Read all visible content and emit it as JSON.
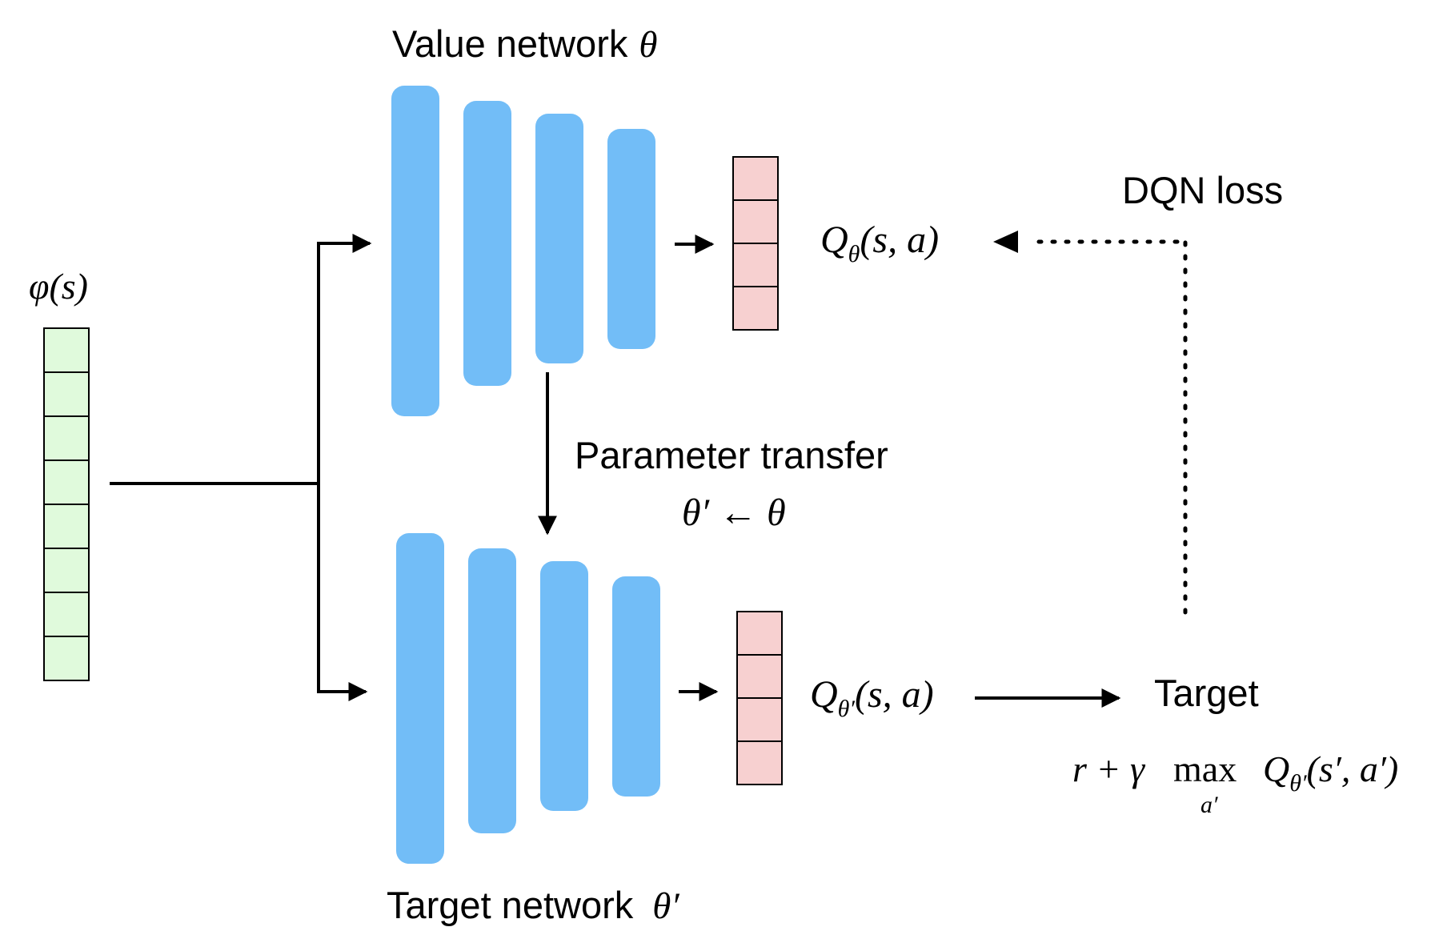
{
  "labels": {
    "value_network": "Value network",
    "value_param": "θ",
    "target_network": "Target network",
    "target_param": "θ′",
    "input": "φ(s)",
    "parameter_transfer": "Parameter transfer",
    "transfer_rule": "θ′ ← θ",
    "dqn_loss": "DQN loss",
    "target": "Target",
    "q_value": {
      "base": "Q",
      "sub": "θ",
      "args": "(s, a)"
    },
    "q_target": {
      "base": "Q",
      "sub": "θ′",
      "args": "(s, a)"
    },
    "target_formula": {
      "prefix": "r + γ",
      "max": "max",
      "max_sub": "a′",
      "q": "Q",
      "q_sub": "θ′",
      "q_args": "(s′, a′)"
    }
  },
  "colors": {
    "layer": "#72bdf7",
    "output_cell": "#f7d0d0",
    "input_cell": "#e0fadc",
    "line": "#000000"
  },
  "structure": {
    "input_cells": 8,
    "output_cells": 4,
    "layers_per_network": 4
  },
  "icons": {
    "arrow": "arrow-icon",
    "dotted_arrow": "dotted-arrow-icon"
  }
}
